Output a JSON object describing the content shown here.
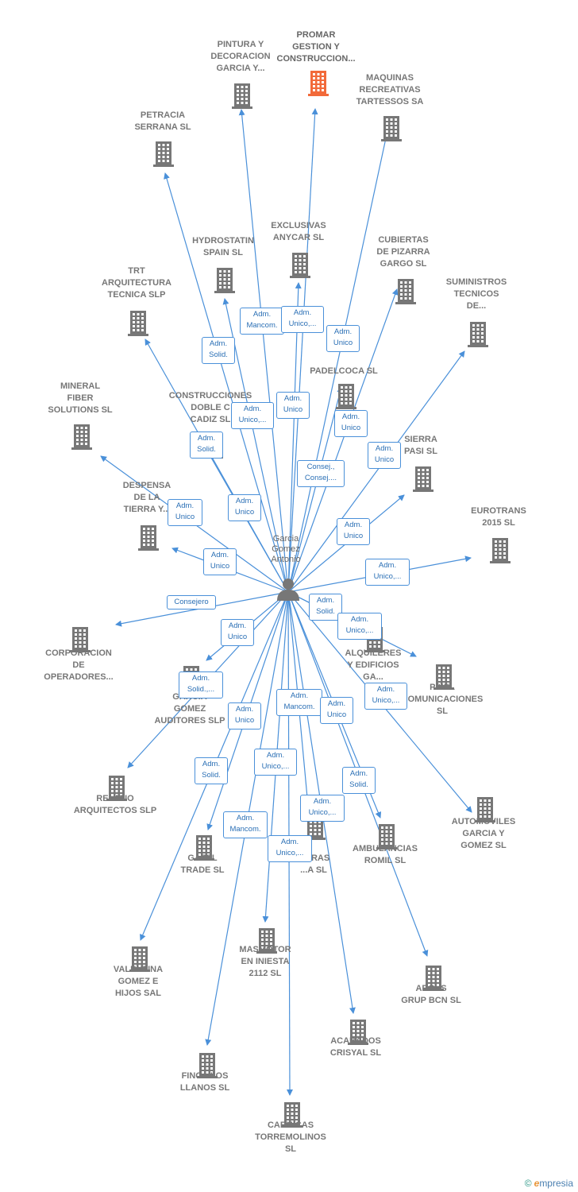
{
  "center": {
    "label": "Garcia\nGomez\nAntonio",
    "icon": "person-icon"
  },
  "colors": {
    "edge": "#4a90d9",
    "building": "#777777",
    "highlight": "#f26a3a",
    "label_border": "#4a90d9",
    "label_text": "#2a6fb5"
  },
  "companies": [
    {
      "name": "PROMAR\nGESTION Y\nCONSTRUCCION...",
      "highlight": true
    },
    {
      "name": "PINTURA Y\nDECORACION\nGARCIA Y..."
    },
    {
      "name": "MAQUINAS\nRECREATIVAS\nTARTESSOS SA"
    },
    {
      "name": "PETRACIA\nSERRANA SL"
    },
    {
      "name": "EXCLUSIVAS\nANYCAR SL"
    },
    {
      "name": "HYDROSTATIN\nSPAIN SL"
    },
    {
      "name": "CUBIERTAS\nDE PIZARRA\nGARGO SL"
    },
    {
      "name": "TRT\nARQUITECTURA\nTECNICA SLP"
    },
    {
      "name": "SUMINISTROS\nTECNICOS\nDE..."
    },
    {
      "name": "PADELCOCA SL"
    },
    {
      "name": "MINERAL\nFIBER\nSOLUTIONS SL"
    },
    {
      "name": "CONSTRUCCIONES\nDOBLE C\nCADIZ SL"
    },
    {
      "name": "SIERRA\nPASI SL"
    },
    {
      "name": "DESPENSA\nDE LA\nTIERRA Y..."
    },
    {
      "name": "EUROTRANS\n2015 SL"
    },
    {
      "name": "CORPORACION\nDE\nOPERADORES..."
    },
    {
      "name": "ALQUILERES\nY EDIFICIOS\nGA..."
    },
    {
      "name": "PIXEL\nCOMUNICACIONES\nSL"
    },
    {
      "name": "GARCIA\nGOMEZ\nAUDITORES SLP"
    },
    {
      "name": "RELATIO\nARQUITECTOS SLP"
    },
    {
      "name": "GAZEL\nTRADE SL"
    },
    {
      "name": "...URAS\n...A SL"
    },
    {
      "name": "AMBULANCIAS\nROMIL SL"
    },
    {
      "name": "AUTOMOVILES\nGARCIA Y\nGOMEZ SL"
    },
    {
      "name": "MASMOTOR\nEN INIESTA\n2112 SL"
    },
    {
      "name": "VALENTINA\nGOMEZ E\nHIJOS SAL"
    },
    {
      "name": "ARCUS\nGRUP BCN SL"
    },
    {
      "name": "ACABADOS\nCRISYAL SL"
    },
    {
      "name": "FINCA LOS\nLLANOS SL"
    },
    {
      "name": "CARNICAS\nTORREMOLINOS\nSL"
    }
  ],
  "relations": [
    "Adm.\nMancom.",
    "Adm.\nUnico,...",
    "Adm.\nSolid.",
    "Adm.\nUnico",
    "Adm.\nUnico",
    "Adm.\nUnico,...",
    "Adm.\nUnico",
    "Adm.\nSolid.",
    "Consej.,\nConsej....",
    "Adm.\nUnico",
    "Adm.\nUnico",
    "Adm.\nUnico",
    "Adm.\nUnico",
    "Adm.\nUnico",
    "Adm.\nUnico,...",
    "Consejero",
    "Adm.\nSolid.",
    "Adm.\nUnico,...",
    "Adm.\nUnico",
    "Adm.\nUnico,...",
    "Adm.\nSolid.,...",
    "Adm.\nMancom.",
    "Adm.\nUnico",
    "Adm.\nUnico",
    "Adm.\nSolid.",
    "Adm.\nUnico,...",
    "Adm.\nSolid.",
    "Adm.\nUnico,...",
    "Adm.\nMancom.",
    "Adm.\nUnico,..."
  ],
  "footer": {
    "copyright": "©",
    "brand_first": "e",
    "brand_rest": "mpresia"
  }
}
